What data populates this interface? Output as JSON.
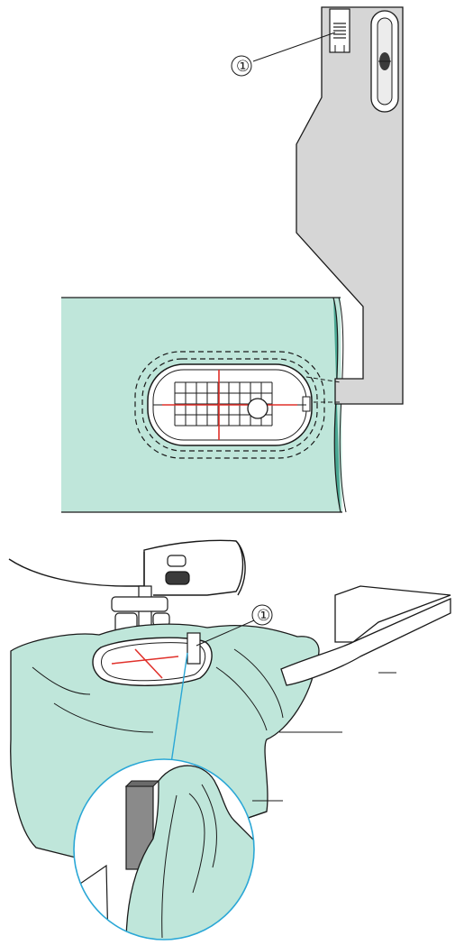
{
  "figure_top": {
    "callout_marker": "①",
    "part": "free-arm-hoop-template-and-attachment"
  },
  "figure_bottom": {
    "callout_marker": "①",
    "part": "sewing-machine-free-arm-embroidery-with-magnified-detail"
  },
  "colors": {
    "fabric": "#bfe6da",
    "fabric_edge": "#4aa793",
    "outline": "#1a1a1a",
    "metal": "#d6d6d6",
    "grid_red": "#e0302a",
    "magnifier_blue": "#2aa7d6"
  }
}
